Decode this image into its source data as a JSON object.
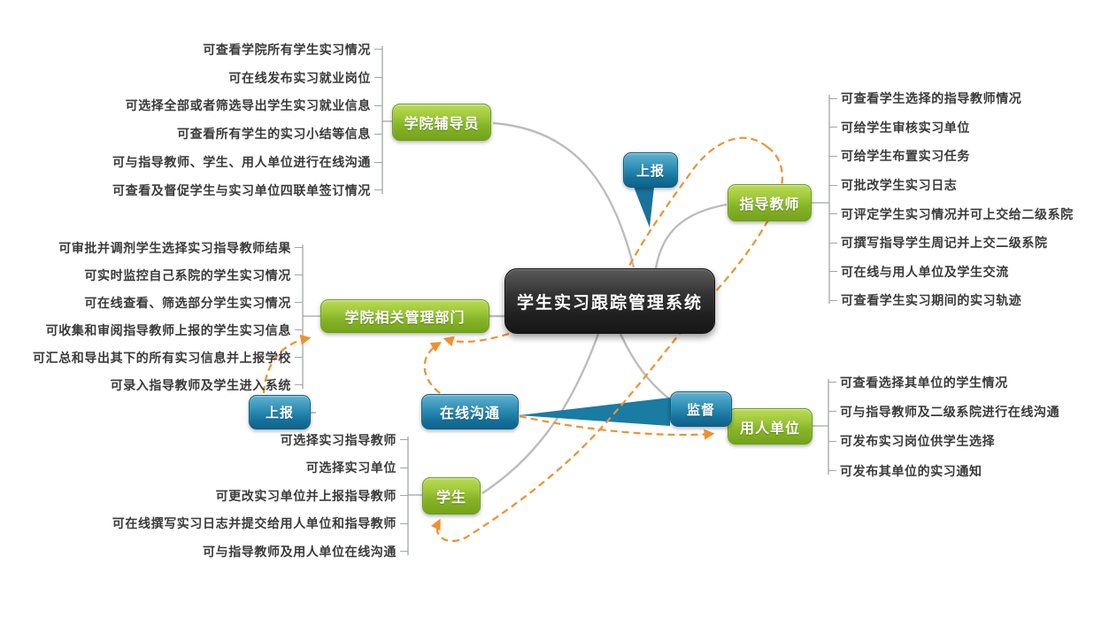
{
  "diagram_title": "学生实习跟踪管理系统",
  "center": {
    "label": "学生实习跟踪管理系统"
  },
  "roles": {
    "counselor": {
      "label": "学院辅导员",
      "items": [
        "可查看学院所有学生实习情况",
        "可在线发布实习就业岗位",
        "可选择全部或者筛选导出学生实习就业信息",
        "可查看所有学生的实习小结等信息",
        "可与指导教师、学生、用人单位进行在线沟通",
        "可查看及督促学生与实习单位四联单签订情况"
      ]
    },
    "teacher": {
      "label": "指导教师",
      "items": [
        "可查看学生选择的指导教师情况",
        "可给学生审核实习单位",
        "可给学生布置实习任务",
        "可批改学生实习日志",
        "可评定学生实习情况并可上交给二级系院",
        "可撰写指导学生周记并上交二级系院",
        "可在线与用人单位及学生交流",
        "可查看学生实习期间的实习轨迹"
      ]
    },
    "department": {
      "label": "学院相关管理部门",
      "items": [
        "可审批并调剂学生选择实习指导教师结果",
        "可实时监控自己系院的学生实习情况",
        "可在线查看、筛选部分学生实习情况",
        "可收集和审阅指导教师上报的学生实习信息",
        "可汇总和导出其下的所有实习信息并上报学校",
        "可录入指导教师及学生进入系统"
      ]
    },
    "student": {
      "label": "学生",
      "items": [
        "可选择实习指导教师",
        "可选择实习单位",
        "可更改实习单位并上报指导教师",
        "可在线撰写实习日志并提交给用人单位和指导教师",
        "可与指导教师及用人单位在线沟通"
      ]
    },
    "employer": {
      "label": "用人单位",
      "items": [
        "可查看选择其单位的学生情况",
        "可与指导教师及二级系院进行在线沟通",
        "可发布实习岗位供学生选择",
        "可发布其单位的实习通知"
      ]
    }
  },
  "flow_labels": {
    "report_top": "上报",
    "report_left": "上报",
    "online_chat": "在线沟通",
    "supervise": "监督"
  },
  "colors": {
    "role_green": "#8FBC2F",
    "flow_blue": "#1F7FA8",
    "relation_orange": "#F0912D",
    "center_dark": "#2B2B2B",
    "branch_gray": "#BCBCBC"
  }
}
